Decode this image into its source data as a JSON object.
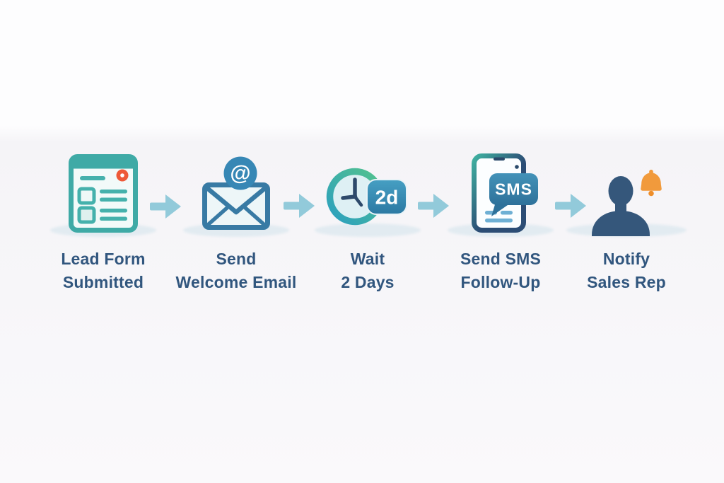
{
  "diagram": {
    "type": "workflow-flowchart",
    "steps": [
      {
        "name": "lead-form-submitted",
        "icon": "form-document-icon",
        "label1": "Lead Form",
        "label2": "Submitted"
      },
      {
        "name": "send-welcome-email",
        "icon": "email-envelope-icon",
        "badge": "@",
        "label1": "Send",
        "label2": "Welcome Email"
      },
      {
        "name": "wait-2-days",
        "icon": "clock-icon",
        "badge": "2d",
        "label1": "Wait",
        "label2": "2 Days"
      },
      {
        "name": "send-sms-follow-up",
        "icon": "phone-sms-icon",
        "badge": "SMS",
        "label1": "Send SMS",
        "label2": "Follow-Up"
      },
      {
        "name": "notify-sales-rep",
        "icon": "person-bell-icon",
        "label1": "Notify",
        "label2": "Sales Rep"
      }
    ],
    "arrow_count": 4
  },
  "colors": {
    "label_text": "#31567E",
    "arrow_blue": "#92CADA",
    "form_teal": "#3FAAA6",
    "envelope_blue": "#387AA4",
    "at_badge_blue": "#3787B5",
    "clock_ring_teal": "#2B9FC0",
    "clock_ring_green": "#53C28D",
    "badge_blue_top": "#469FC3",
    "badge_blue_bottom": "#2C79A3",
    "phone_navy": "#2C4D75",
    "silhouette_navy": "#35577B",
    "bell_orange": "#F19A3C",
    "alert_orange": "#EE5A38",
    "icon_shadow": "#E2EBF1",
    "background_top": "#FDFDFE",
    "background_band": "#F7F6F9"
  }
}
